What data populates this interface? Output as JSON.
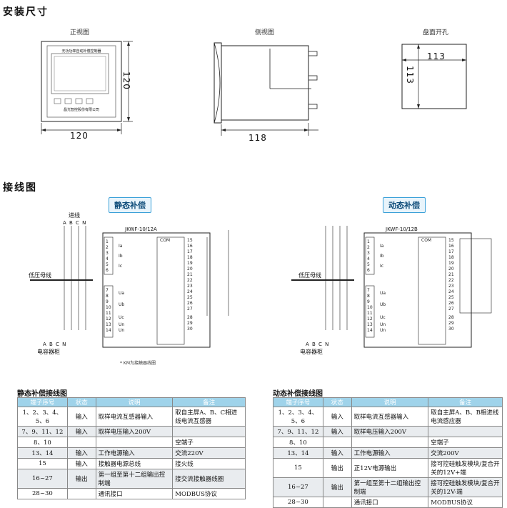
{
  "install": {
    "heading": "安装尺寸",
    "front_label": "正视图",
    "side_label": "侧视图",
    "cutout_label": "盘面开孔",
    "front_device_title": "无功功率自动补偿控制器",
    "front_device_footer": "昌光智控股份有限公司",
    "dim_width": "120",
    "dim_height": "120",
    "dim_depth": "118",
    "dim_cut_w": "113",
    "dim_cut_h": "113"
  },
  "wiring": {
    "heading": "接线图",
    "static_title": "静态补偿",
    "dynamic_title": "动态补偿",
    "model_static": "JKWF-10/12A",
    "model_dynamic": "JKWF-10/12B",
    "incoming": "进线",
    "bus": "低压母线",
    "cap_cabinet": "电容器柜",
    "phases": "A B C N",
    "note": "* KM为接触器线圈"
  },
  "static_table": {
    "title": "静态补偿接线图",
    "headers": [
      "端子序号",
      "状态",
      "说明",
      "备注"
    ],
    "rows": [
      [
        "1、2、3、4、5、6",
        "输入",
        "取样电流互感器输入",
        "取自主屏A、B、C相进线电流互感器"
      ],
      [
        "7、9、11、12",
        "输入",
        "取样电压输入200V",
        ""
      ],
      [
        "8、10",
        "",
        "",
        "空端子"
      ],
      [
        "13、14",
        "输入",
        "工作电源输入",
        "交流220V"
      ],
      [
        "15",
        "输入",
        "接触器电源总线",
        "接火线"
      ],
      [
        "16~27",
        "输出",
        "第一组至第十二组输出控制端",
        "接交流接触器线圈"
      ],
      [
        "28~30",
        "",
        "通讯接口",
        "MODBUS协议"
      ]
    ]
  },
  "dynamic_table": {
    "title": "动态补偿接线图",
    "headers": [
      "端子序号",
      "状态",
      "说明",
      "备注"
    ],
    "rows": [
      [
        "1、2、3、4、5、6",
        "输入",
        "取样电流互感器输入",
        "取自主屏A、B、B相进线电流感应器"
      ],
      [
        "7、9、11、12",
        "输入",
        "取样电压输入200V",
        ""
      ],
      [
        "8、10",
        "",
        "",
        "空端子"
      ],
      [
        "13、14",
        "输入",
        "工作电源输入",
        "交流200V"
      ],
      [
        "15",
        "输出",
        "正12V电源输出",
        "接可控硅触发模块/复合开关的12V+端"
      ],
      [
        "16~27",
        "输出",
        "第一组至第十二组输出控制端",
        "接可控硅触发模块/复合开关的12V-端"
      ],
      [
        "28~30",
        "",
        "通讯接口",
        "MODBUS协议"
      ]
    ]
  }
}
